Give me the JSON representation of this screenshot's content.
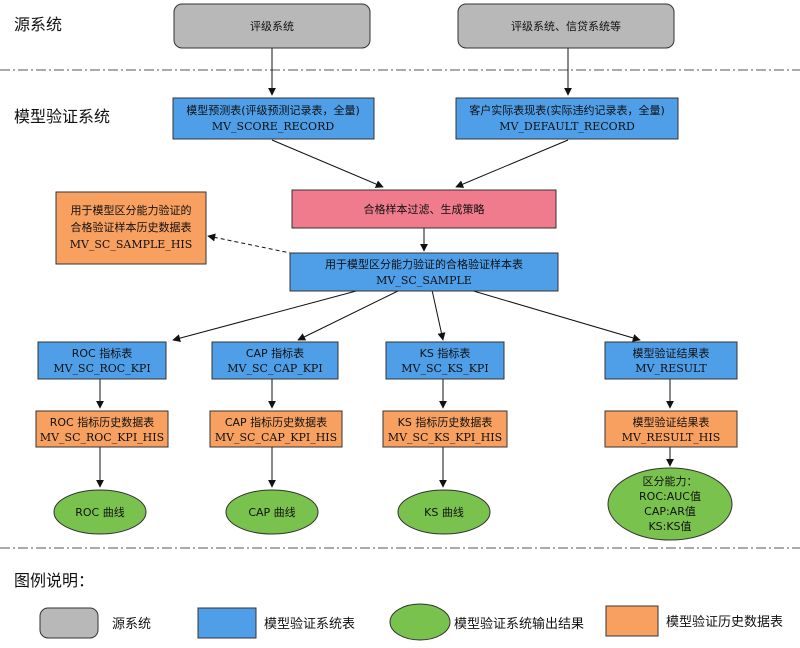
{
  "sections": {
    "source": "源系统",
    "model": "模型验证系统",
    "legend_title": "图例说明："
  },
  "nodes": {
    "rating_system": "评级系统",
    "rating_credit_system": "评级系统、信贷系统等",
    "score_record": [
      "模型预测表(评级预测记录表，全量)",
      "MV_SCORE_RECORD"
    ],
    "default_record": [
      "客户实际表现表(实际违约记录表，全量)",
      "MV_DEFAULT_RECORD"
    ],
    "filter": "合格样本过滤、生成策略",
    "sample_his": [
      "用于模型区分能力验证的",
      "合格验证样本历史数据表",
      "MV_SC_SAMPLE_HIS"
    ],
    "sample": [
      "用于模型区分能力验证的合格验证样本表",
      "MV_SC_SAMPLE"
    ],
    "roc_kpi": [
      "ROC 指标表",
      "MV_SC_ROC_KPI"
    ],
    "cap_kpi": [
      "CAP 指标表",
      "MV_SC_CAP_KPI"
    ],
    "ks_kpi": [
      "KS 指标表",
      "MV_SC_KS_KPI"
    ],
    "result": [
      "模型验证结果表",
      "MV_RESULT"
    ],
    "roc_kpi_his": [
      "ROC 指标历史数据表",
      "MV_SC_ROC_KPI_HIS"
    ],
    "cap_kpi_his": [
      "CAP 指标历史数据表",
      "MV_SC_CAP_KPI_HIS"
    ],
    "ks_kpi_his": [
      "KS 指标历史数据表",
      "MV_SC_KS_KPI_HIS"
    ],
    "result_his": [
      "模型验证结果表",
      "MV_RESULT_HIS"
    ],
    "roc_curve": "ROC 曲线",
    "cap_curve": "CAP 曲线",
    "ks_curve": "KS 曲线",
    "discrimination": [
      "区分能力：",
      "ROC:AUC值",
      "CAP:AR值",
      "KS:KS值"
    ]
  },
  "legend": {
    "source": "源系统",
    "table": "模型验证系统表",
    "output": "模型验证系统输出结果",
    "history": "模型验证历史数据表"
  },
  "colors": {
    "gray": "#b8b8b8",
    "blue": "#4f9ee8",
    "pink": "#f07b8c",
    "orange": "#f8a060",
    "green": "#79c24e",
    "stroke": "#333333"
  }
}
